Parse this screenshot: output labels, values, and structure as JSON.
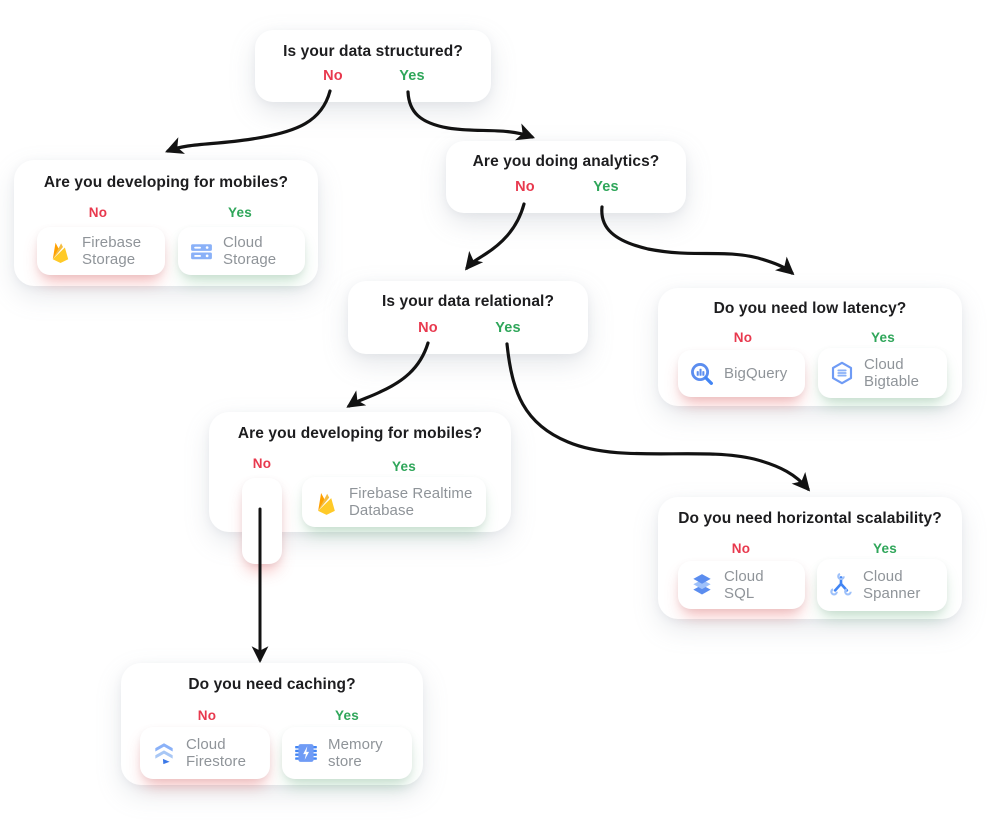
{
  "colors": {
    "no_red": "#e8394e",
    "yes_green": "#2fa65a",
    "panel_base_blue": "#a7c0ef",
    "google_blue": "#4285f4",
    "light_blue": "#8ab1f8",
    "firebase_orange": "#ffa000",
    "firebase_amber": "#f4bd42",
    "firebase_yellow": "#ffca28",
    "question_text": "#1d1d1f",
    "product_text": "#8f9499",
    "arrow_black": "#121212"
  },
  "nodes": {
    "structured": {
      "question": "Is your data structured?",
      "no_label": "No",
      "yes_label": "Yes"
    },
    "mobiles_storage": {
      "question": "Are you developing for mobiles?",
      "no_label": "No",
      "yes_label": "Yes",
      "no_product": {
        "name": "Firebase Storage",
        "icon": "firebase-flame-icon"
      },
      "yes_product": {
        "name": "Cloud Storage",
        "icon": "cloud-storage-icon"
      }
    },
    "analytics": {
      "question": "Are you doing analytics?",
      "no_label": "No",
      "yes_label": "Yes"
    },
    "relational": {
      "question": "Is your data relational?",
      "no_label": "No",
      "yes_label": "Yes"
    },
    "low_latency": {
      "question": "Do you need low latency?",
      "no_label": "No",
      "yes_label": "Yes",
      "no_product": {
        "name": "BigQuery",
        "icon": "bigquery-icon"
      },
      "yes_product": {
        "name": "Cloud Bigtable",
        "icon": "bigtable-icon"
      }
    },
    "mobiles_db": {
      "question": "Are you developing for mobiles?",
      "no_label": "No",
      "yes_label": "Yes",
      "yes_product": {
        "name": "Firebase Realtime Database",
        "icon": "firebase-flame-icon"
      }
    },
    "scalability": {
      "question": "Do you need horizontal scalability?",
      "no_label": "No",
      "yes_label": "Yes",
      "no_product": {
        "name": "Cloud SQL",
        "icon": "cloud-sql-icon"
      },
      "yes_product": {
        "name": "Cloud Spanner",
        "icon": "spanner-icon"
      }
    },
    "caching": {
      "question": "Do you need caching?",
      "no_label": "No",
      "yes_label": "Yes",
      "no_product": {
        "name": "Cloud Firestore",
        "icon": "firestore-icon"
      },
      "yes_product": {
        "name": "Memory store",
        "icon": "memorystore-icon"
      }
    }
  }
}
